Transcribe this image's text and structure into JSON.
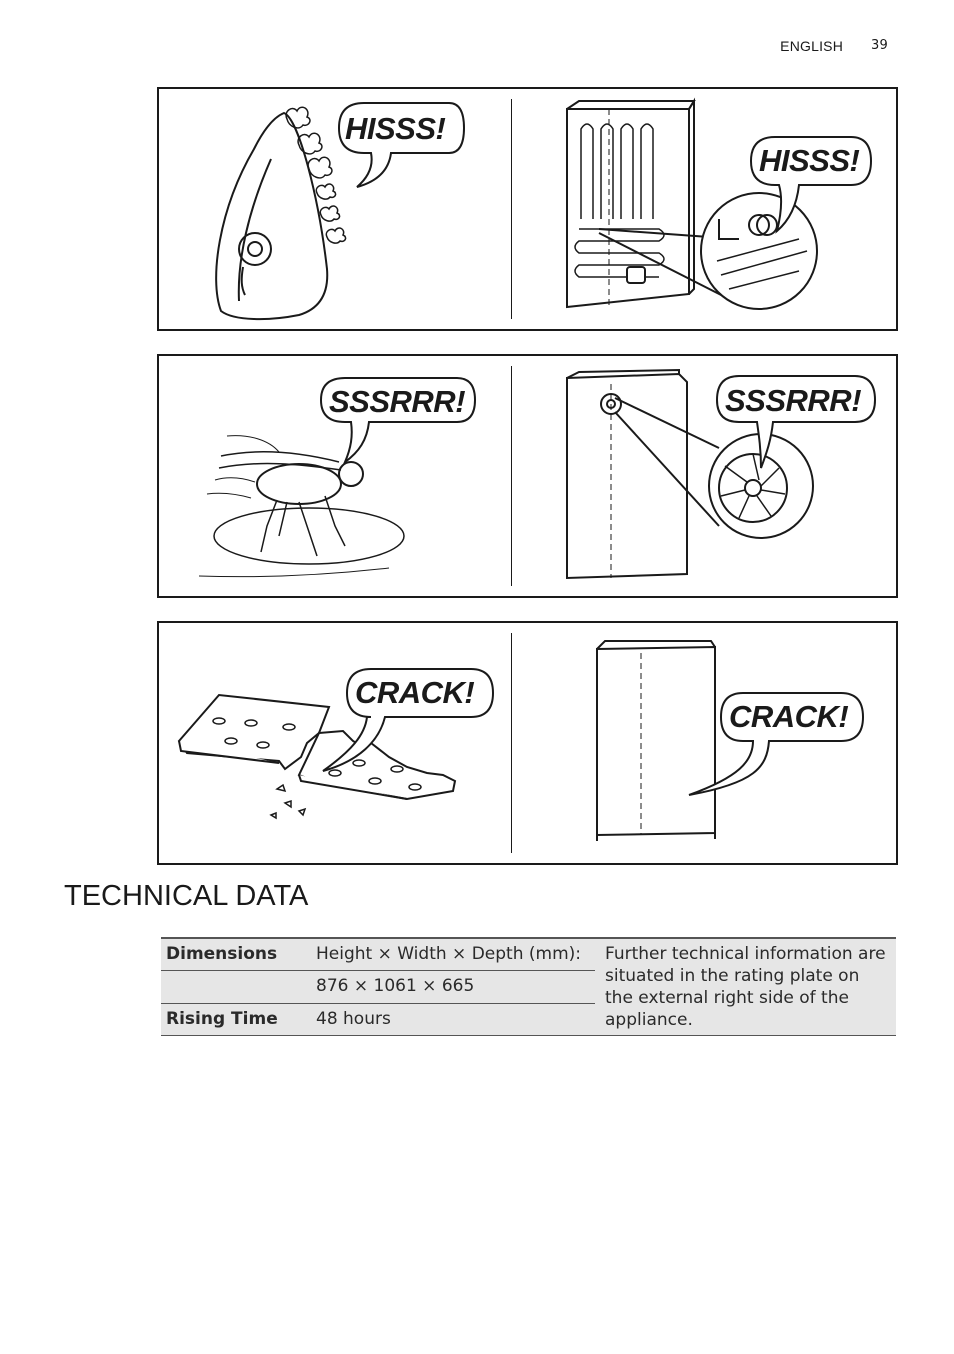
{
  "header": {
    "language": "ENGLISH",
    "page_number": "39"
  },
  "panels": [
    {
      "left_sound": "HISSS!",
      "right_sound": "HISSS!"
    },
    {
      "left_sound": "SSSRRR!",
      "right_sound": "SSSRRR!"
    },
    {
      "left_sound": "CRACK!",
      "right_sound": "CRACK!"
    }
  ],
  "technical_data": {
    "title": "TECHNICAL DATA",
    "rows": [
      {
        "label": "Dimensions",
        "value": "Height × Width × Depth (mm):"
      },
      {
        "label": "",
        "value": "876 × 1061 × 665"
      },
      {
        "label": "Rising Time",
        "value": "48 hours"
      }
    ],
    "note": "Further technical information are situated in the rating plate on the external right side of the appliance."
  }
}
